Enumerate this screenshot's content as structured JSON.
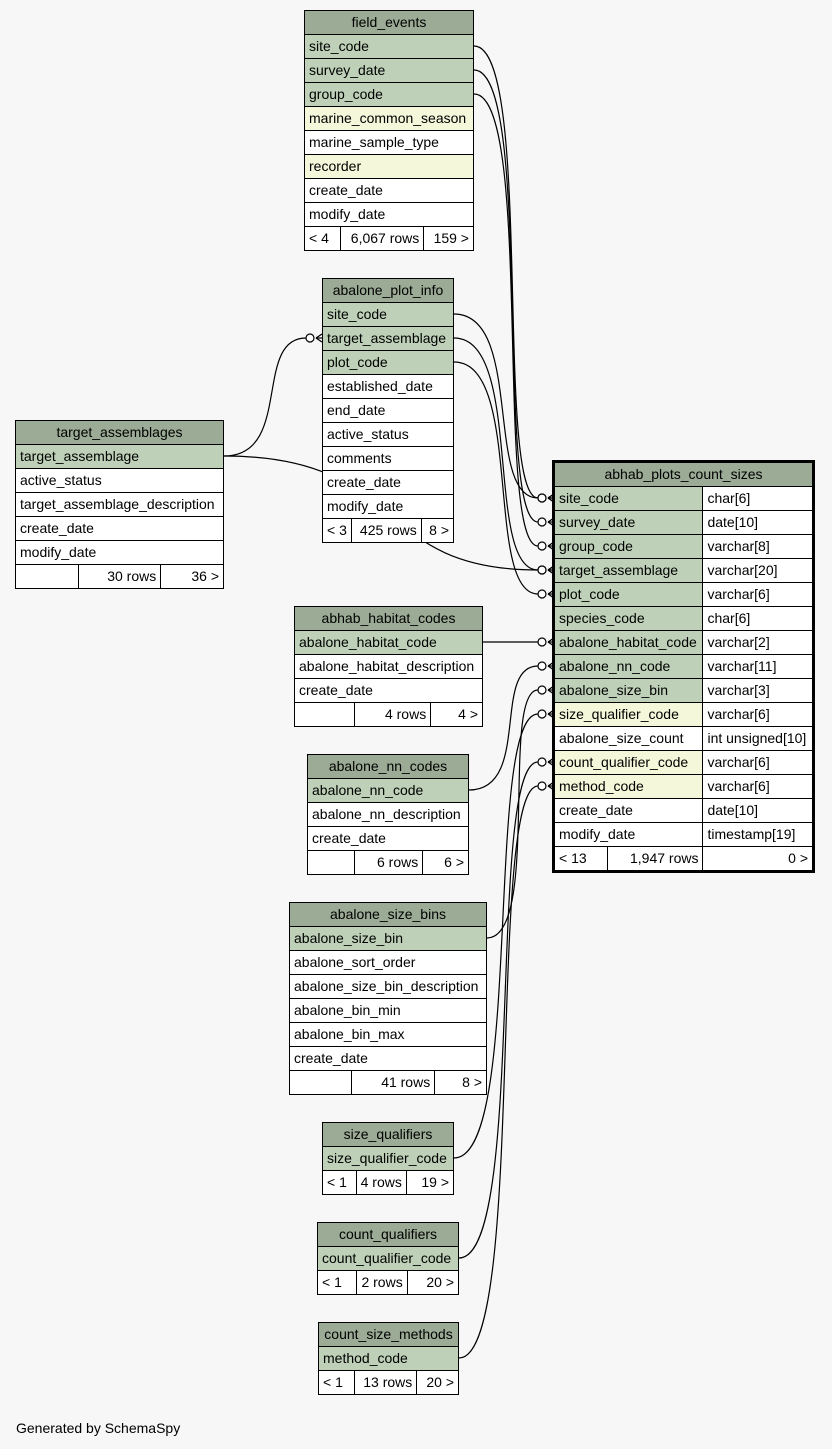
{
  "footer": "Generated by SchemaSpy",
  "tables": [
    {
      "name": "field_events",
      "columns": [
        {
          "name": "site_code",
          "style": "key"
        },
        {
          "name": "survey_date",
          "style": "key"
        },
        {
          "name": "group_code",
          "style": "key"
        },
        {
          "name": "marine_common_season",
          "style": "idx"
        },
        {
          "name": "marine_sample_type",
          "style": "plain"
        },
        {
          "name": "recorder",
          "style": "idx"
        },
        {
          "name": "create_date",
          "style": "plain"
        },
        {
          "name": "modify_date",
          "style": "plain"
        }
      ],
      "footer": [
        "< 4",
        "6,067 rows",
        "159 >"
      ]
    },
    {
      "name": "abalone_plot_info",
      "columns": [
        {
          "name": "site_code",
          "style": "key"
        },
        {
          "name": "target_assemblage",
          "style": "key"
        },
        {
          "name": "plot_code",
          "style": "key"
        },
        {
          "name": "established_date",
          "style": "plain"
        },
        {
          "name": "end_date",
          "style": "plain"
        },
        {
          "name": "active_status",
          "style": "plain"
        },
        {
          "name": "comments",
          "style": "plain"
        },
        {
          "name": "create_date",
          "style": "plain"
        },
        {
          "name": "modify_date",
          "style": "plain"
        }
      ],
      "footer": [
        "< 3",
        "425 rows",
        "8 >"
      ]
    },
    {
      "name": "target_assemblages",
      "columns": [
        {
          "name": "target_assemblage",
          "style": "key"
        },
        {
          "name": "active_status",
          "style": "plain"
        },
        {
          "name": "target_assemblage_description",
          "style": "plain"
        },
        {
          "name": "create_date",
          "style": "plain"
        },
        {
          "name": "modify_date",
          "style": "plain"
        }
      ],
      "footer": [
        "",
        "30 rows",
        "36 >"
      ]
    },
    {
      "name": "abhab_habitat_codes",
      "columns": [
        {
          "name": "abalone_habitat_code",
          "style": "key"
        },
        {
          "name": "abalone_habitat_description",
          "style": "plain"
        },
        {
          "name": "create_date",
          "style": "plain"
        }
      ],
      "footer": [
        "",
        "4 rows",
        "4 >"
      ]
    },
    {
      "name": "abalone_nn_codes",
      "columns": [
        {
          "name": "abalone_nn_code",
          "style": "key"
        },
        {
          "name": "abalone_nn_description",
          "style": "plain"
        },
        {
          "name": "create_date",
          "style": "plain"
        }
      ],
      "footer": [
        "",
        "6 rows",
        "6 >"
      ]
    },
    {
      "name": "abalone_size_bins",
      "columns": [
        {
          "name": "abalone_size_bin",
          "style": "key"
        },
        {
          "name": "abalone_sort_order",
          "style": "plain"
        },
        {
          "name": "abalone_size_bin_description",
          "style": "plain"
        },
        {
          "name": "abalone_bin_min",
          "style": "plain"
        },
        {
          "name": "abalone_bin_max",
          "style": "plain"
        },
        {
          "name": "create_date",
          "style": "plain"
        }
      ],
      "footer": [
        "",
        "41 rows",
        "8 >"
      ]
    },
    {
      "name": "size_qualifiers",
      "columns": [
        {
          "name": "size_qualifier_code",
          "style": "key"
        }
      ],
      "footer": [
        "< 1",
        "4 rows",
        "19 >"
      ]
    },
    {
      "name": "count_qualifiers",
      "columns": [
        {
          "name": "count_qualifier_code",
          "style": "key"
        }
      ],
      "footer": [
        "< 1",
        "2 rows",
        "20 >"
      ]
    },
    {
      "name": "count_size_methods",
      "columns": [
        {
          "name": "method_code",
          "style": "key"
        }
      ],
      "footer": [
        "< 1",
        "13 rows",
        "20 >"
      ]
    },
    {
      "name": "abhab_plots_count_sizes",
      "main": true,
      "columns": [
        {
          "name": "site_code",
          "type": "char[6]",
          "style": "key"
        },
        {
          "name": "survey_date",
          "type": "date[10]",
          "style": "key"
        },
        {
          "name": "group_code",
          "type": "varchar[8]",
          "style": "key"
        },
        {
          "name": "target_assemblage",
          "type": "varchar[20]",
          "style": "key"
        },
        {
          "name": "plot_code",
          "type": "varchar[6]",
          "style": "key"
        },
        {
          "name": "species_code",
          "type": "char[6]",
          "style": "key"
        },
        {
          "name": "abalone_habitat_code",
          "type": "varchar[2]",
          "style": "key"
        },
        {
          "name": "abalone_nn_code",
          "type": "varchar[11]",
          "style": "key"
        },
        {
          "name": "abalone_size_bin",
          "type": "varchar[3]",
          "style": "key"
        },
        {
          "name": "size_qualifier_code",
          "type": "varchar[6]",
          "style": "idx"
        },
        {
          "name": "abalone_size_count",
          "type": "int unsigned[10]",
          "style": "plain"
        },
        {
          "name": "count_qualifier_code",
          "type": "varchar[6]",
          "style": "idx"
        },
        {
          "name": "method_code",
          "type": "varchar[6]",
          "style": "idx"
        },
        {
          "name": "create_date",
          "type": "date[10]",
          "style": "plain"
        },
        {
          "name": "modify_date",
          "type": "timestamp[19]",
          "style": "plain"
        }
      ],
      "footer": [
        "< 13",
        "1,947 rows",
        "0 >"
      ]
    }
  ],
  "relationships": [
    {
      "from_table": "field_events",
      "from_column": "site_code",
      "to_table": "abhab_plots_count_sizes",
      "to_column": "site_code"
    },
    {
      "from_table": "field_events",
      "from_column": "survey_date",
      "to_table": "abhab_plots_count_sizes",
      "to_column": "survey_date"
    },
    {
      "from_table": "field_events",
      "from_column": "group_code",
      "to_table": "abhab_plots_count_sizes",
      "to_column": "group_code"
    },
    {
      "from_table": "abalone_plot_info",
      "from_column": "site_code",
      "to_table": "abhab_plots_count_sizes",
      "to_column": "site_code"
    },
    {
      "from_table": "abalone_plot_info",
      "from_column": "target_assemblage",
      "to_table": "abhab_plots_count_sizes",
      "to_column": "target_assemblage"
    },
    {
      "from_table": "abalone_plot_info",
      "from_column": "plot_code",
      "to_table": "abhab_plots_count_sizes",
      "to_column": "plot_code"
    },
    {
      "from_table": "target_assemblages",
      "from_column": "target_assemblage",
      "to_table": "abalone_plot_info",
      "to_column": "target_assemblage"
    },
    {
      "from_table": "target_assemblages",
      "from_column": "target_assemblage",
      "to_table": "abhab_plots_count_sizes",
      "to_column": "target_assemblage"
    },
    {
      "from_table": "abhab_habitat_codes",
      "from_column": "abalone_habitat_code",
      "to_table": "abhab_plots_count_sizes",
      "to_column": "abalone_habitat_code"
    },
    {
      "from_table": "abalone_nn_codes",
      "from_column": "abalone_nn_code",
      "to_table": "abhab_plots_count_sizes",
      "to_column": "abalone_nn_code"
    },
    {
      "from_table": "abalone_size_bins",
      "from_column": "abalone_size_bin",
      "to_table": "abhab_plots_count_sizes",
      "to_column": "abalone_size_bin"
    },
    {
      "from_table": "size_qualifiers",
      "from_column": "size_qualifier_code",
      "to_table": "abhab_plots_count_sizes",
      "to_column": "size_qualifier_code"
    },
    {
      "from_table": "count_qualifiers",
      "from_column": "count_qualifier_code",
      "to_table": "abhab_plots_count_sizes",
      "to_column": "count_qualifier_code"
    },
    {
      "from_table": "count_size_methods",
      "from_column": "method_code",
      "to_table": "abhab_plots_count_sizes",
      "to_column": "method_code"
    }
  ]
}
